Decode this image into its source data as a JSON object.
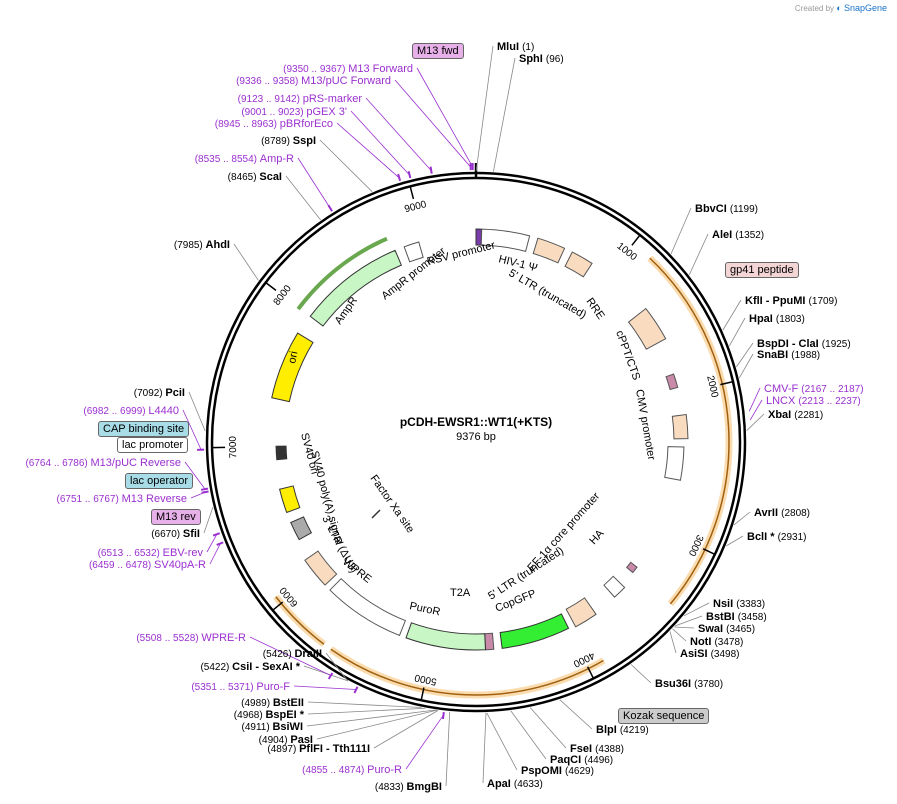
{
  "credit": {
    "prefix": "Created by",
    "brand": "SnapGene"
  },
  "map": {
    "name": "pCDH-EWSR1::WT1(+KTS)",
    "length_label": "9376 bp",
    "length": 9376,
    "colors": {
      "backbone": "#000000",
      "promoter": "#ffffff",
      "ltr": "#f9dcc0",
      "ampr": "#c8f7c5",
      "ori": "#ffee00",
      "copgfp": "#33ee33",
      "puror": "#c8f7c5",
      "orf": "#ffb000",
      "primer": "#9b30d0",
      "tag_pink": "#e8b0e8",
      "tag_cyan": "#a8dde8",
      "tag_grey": "#cccccc"
    }
  },
  "ticks": [
    {
      "pos": 1000,
      "label": "1000"
    },
    {
      "pos": 2000,
      "label": "2000"
    },
    {
      "pos": 3000,
      "label": "3000"
    },
    {
      "pos": 4000,
      "label": "4000"
    },
    {
      "pos": 5000,
      "label": "5000"
    },
    {
      "pos": 6000,
      "label": "6000"
    },
    {
      "pos": 7000,
      "label": "7000"
    },
    {
      "pos": 8000,
      "label": "8000"
    },
    {
      "pos": 9000,
      "label": "9000"
    }
  ],
  "enzymes_right": [
    {
      "name": "MluI",
      "pos": "(1)",
      "site": 1
    },
    {
      "name": "SphI",
      "pos": "(96)",
      "site": 96
    },
    {
      "name": "BbvCI",
      "pos": "(1199)",
      "site": 1199
    },
    {
      "name": "AleI",
      "pos": "(1352)",
      "site": 1352
    },
    {
      "name": "KflI - PpuMI",
      "pos": "(1709)",
      "site": 1709
    },
    {
      "name": "HpaI",
      "pos": "(1803)",
      "site": 1803
    },
    {
      "name": "BspDI - ClaI",
      "pos": "(1925)",
      "site": 1925
    },
    {
      "name": "SnaBI",
      "pos": "(1988)",
      "site": 1988
    },
    {
      "name": "XbaI",
      "pos": "(2281)",
      "site": 2281
    },
    {
      "name": "AvrII",
      "pos": "(2808)",
      "site": 2808
    },
    {
      "name": "BclI *",
      "pos": "(2931)",
      "site": 2931
    },
    {
      "name": "NsiI",
      "pos": "(3383)",
      "site": 3383
    },
    {
      "name": "BstBI",
      "pos": "(3458)",
      "site": 3458
    },
    {
      "name": "SwaI",
      "pos": "(3465)",
      "site": 3465
    },
    {
      "name": "NotI",
      "pos": "(3478)",
      "site": 3478
    },
    {
      "name": "AsiSI",
      "pos": "(3498)",
      "site": 3498
    },
    {
      "name": "Bsu36I",
      "pos": "(3780)",
      "site": 3780
    },
    {
      "name": "BlpI",
      "pos": "(4219)",
      "site": 4219
    },
    {
      "name": "FseI",
      "pos": "(4388)",
      "site": 4388
    },
    {
      "name": "PaqCI",
      "pos": "(4496)",
      "site": 4496
    },
    {
      "name": "PspOMI",
      "pos": "(4629)",
      "site": 4629
    },
    {
      "name": "ApaI",
      "pos": "(4633)",
      "site": 4633
    }
  ],
  "enzymes_left": [
    {
      "name": "SspI",
      "pos": "(8789)",
      "site": 8789
    },
    {
      "name": "ScaI",
      "pos": "(8465)",
      "site": 8465
    },
    {
      "name": "AhdI",
      "pos": "(7985)",
      "site": 7985
    },
    {
      "name": "PciI",
      "pos": "(7092)",
      "site": 7092
    },
    {
      "name": "SfiI",
      "pos": "(6670)",
      "site": 6670
    },
    {
      "name": "DraIII",
      "pos": "(5426)",
      "site": 5426
    },
    {
      "name": "CsiI - SexAI *",
      "pos": "(5422)",
      "site": 5422
    },
    {
      "name": "BstEII",
      "pos": "(4989)",
      "site": 4989
    },
    {
      "name": "BspEI *",
      "pos": "(4968)",
      "site": 4968
    },
    {
      "name": "BsiWI",
      "pos": "(4911)",
      "site": 4911
    },
    {
      "name": "PasI",
      "pos": "(4904)",
      "site": 4904
    },
    {
      "name": "PflFI - Tth111I",
      "pos": "(4897)",
      "site": 4897
    },
    {
      "name": "BmgBI",
      "pos": "(4833)",
      "site": 4833
    }
  ],
  "primers_left": [
    {
      "name": "M13 Forward",
      "pos": "(9350 .. 9367)",
      "site": 9358
    },
    {
      "name": "M13/pUC Forward",
      "pos": "(9336 .. 9358)",
      "site": 9347
    },
    {
      "name": "pRS-marker",
      "pos": "(9123 .. 9142)",
      "site": 9132
    },
    {
      "name": "pGEX 3'",
      "pos": "(9001 .. 9023)",
      "site": 9012
    },
    {
      "name": "pBRforEco",
      "pos": "(8945 .. 8963)",
      "site": 8954
    },
    {
      "name": "Amp-R",
      "pos": "(8535 .. 8554)",
      "site": 8544
    },
    {
      "name": "L4440",
      "pos": "(6982 .. 6999)",
      "site": 6990
    },
    {
      "name": "M13/pUC Reverse",
      "pos": "(6764 .. 6786)",
      "site": 6775
    },
    {
      "name": "M13 Reverse",
      "pos": "(6751 .. 6767)",
      "site": 6759
    },
    {
      "name": "EBV-rev",
      "pos": "(6513 .. 6532)",
      "site": 6522
    },
    {
      "name": "SV40pA-R",
      "pos": "(6459 .. 6478)",
      "site": 6468
    },
    {
      "name": "WPRE-R",
      "pos": "(5508 .. 5528)",
      "site": 5518
    },
    {
      "name": "Puro-F",
      "pos": "(5351 .. 5371)",
      "site": 5361
    },
    {
      "name": "Puro-R",
      "pos": "(4855 .. 4874)",
      "site": 4865
    }
  ],
  "primers_right": [
    {
      "name": "CMV-F",
      "pos": "(2167 .. 2187)",
      "site": 2177
    },
    {
      "name": "LNCX",
      "pos": "(2213 .. 2237)",
      "site": 2225
    }
  ],
  "tags": {
    "m13fwd": "M13 fwd",
    "gp41": "gp41 peptide",
    "cap": "CAP binding site",
    "lacprom": "lac promoter",
    "lacop": "lac operator",
    "m13rev": "M13 rev",
    "kozak": "Kozak sequence"
  },
  "features": {
    "rsv": "RSV promoter",
    "ltr5": "5' LTR (truncated)",
    "hiv": "HIV-1 Ψ",
    "rre": "RRE",
    "cppt": "cPPT/CTS",
    "cmv": "CMV promoter",
    "ef1a": "EF-1α core promoter",
    "ha": "HA",
    "ltr5b": "5' LTR (truncated)",
    "copgfp": "CopGFP",
    "t2a": "T2A",
    "puror": "PuroR",
    "wpre": "WPRE",
    "ltr3": "3' LTR (ΔU3)",
    "fxa": "Factor Xa site",
    "sv40pa": "SV40 poly(A) signal",
    "sv40ori": "SV40 ori",
    "ori": "ori",
    "ampr": "AmpR",
    "amprprom": "AmpR promoter"
  }
}
